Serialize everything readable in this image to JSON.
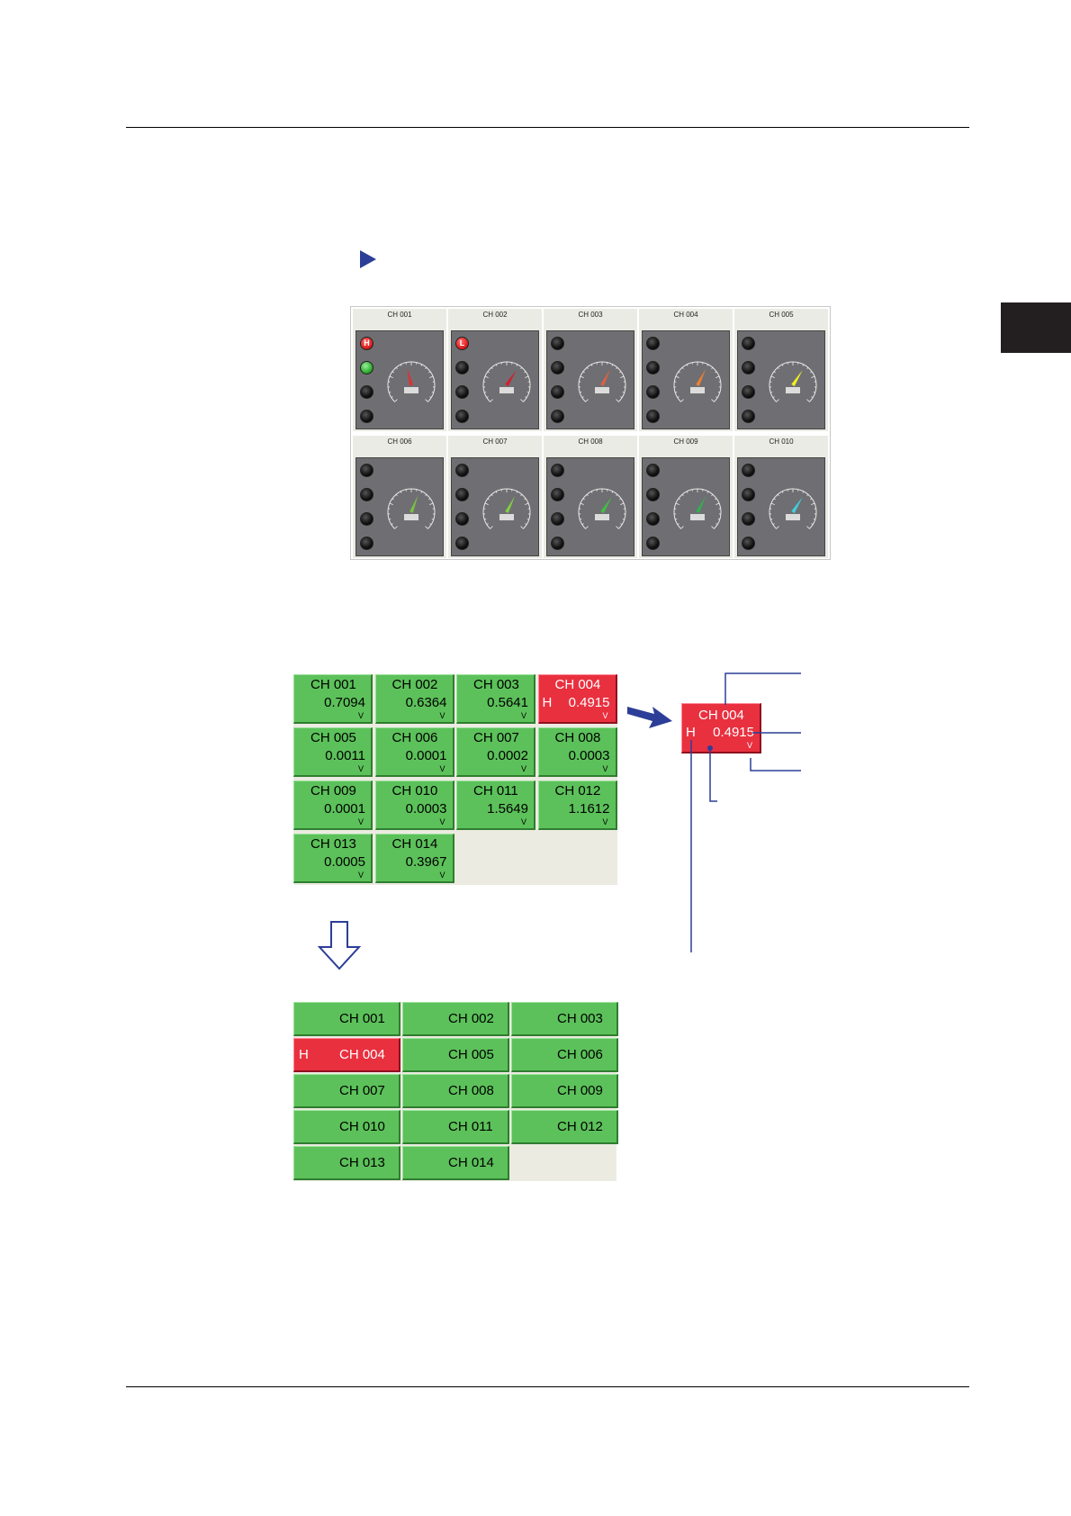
{
  "colors": {
    "tile_normal": "#5cc15a",
    "tile_alarm": "#e9303f",
    "accent": "#2c3e97",
    "side_tab": "#231f20"
  },
  "meter_panels": [
    {
      "channel": "CH 001",
      "bar_color": "#c0392b",
      "needle_color": "#e03030",
      "lamps": [
        {
          "label": "H",
          "state": "red"
        },
        {
          "label": "",
          "state": "green"
        },
        {
          "label": "",
          "state": "off"
        },
        {
          "label": "",
          "state": "off"
        }
      ]
    },
    {
      "channel": "CH 002",
      "bar_color": "#c0392b",
      "needle_color": "#d02030",
      "lamps": [
        {
          "label": "L",
          "state": "red"
        },
        {
          "label": "",
          "state": "off"
        },
        {
          "label": "",
          "state": "off"
        },
        {
          "label": "",
          "state": "off"
        }
      ]
    },
    {
      "channel": "CH 003",
      "bar_color": "#c0392b",
      "needle_color": "#e06040",
      "lamps": [
        {
          "label": "",
          "state": "off"
        },
        {
          "label": "",
          "state": "off"
        },
        {
          "label": "",
          "state": "off"
        },
        {
          "label": "",
          "state": "off"
        }
      ]
    },
    {
      "channel": "CH 004",
      "bar_color": "#e07820",
      "needle_color": "#f08030",
      "lamps": [
        {
          "label": "",
          "state": "off"
        },
        {
          "label": "",
          "state": "off"
        },
        {
          "label": "",
          "state": "off"
        },
        {
          "label": "",
          "state": "off"
        }
      ]
    },
    {
      "channel": "CH 005",
      "bar_color": "#c8c820",
      "needle_color": "#f0f020",
      "lamps": [
        {
          "label": "",
          "state": "off"
        },
        {
          "label": "",
          "state": "off"
        },
        {
          "label": "",
          "state": "off"
        },
        {
          "label": "",
          "state": "off"
        }
      ]
    },
    {
      "channel": "CH 006",
      "bar_color": "#2e7d2e",
      "needle_color": "#7ac040",
      "lamps": [
        {
          "label": "",
          "state": "off"
        },
        {
          "label": "",
          "state": "off"
        },
        {
          "label": "",
          "state": "off"
        },
        {
          "label": "",
          "state": "off"
        }
      ]
    },
    {
      "channel": "CH 007",
      "bar_color": "#2e7d2e",
      "needle_color": "#80d040",
      "lamps": [
        {
          "label": "",
          "state": "off"
        },
        {
          "label": "",
          "state": "off"
        },
        {
          "label": "",
          "state": "off"
        },
        {
          "label": "",
          "state": "off"
        }
      ]
    },
    {
      "channel": "CH 008",
      "bar_color": "#2e7d2e",
      "needle_color": "#40c040",
      "lamps": [
        {
          "label": "",
          "state": "off"
        },
        {
          "label": "",
          "state": "off"
        },
        {
          "label": "",
          "state": "off"
        },
        {
          "label": "",
          "state": "off"
        }
      ]
    },
    {
      "channel": "CH 009",
      "bar_color": "#2e7d2e",
      "needle_color": "#30b050",
      "lamps": [
        {
          "label": "",
          "state": "off"
        },
        {
          "label": "",
          "state": "off"
        },
        {
          "label": "",
          "state": "off"
        },
        {
          "label": "",
          "state": "off"
        }
      ]
    },
    {
      "channel": "CH 010",
      "bar_color": "#2060b0",
      "needle_color": "#40d0e0",
      "lamps": [
        {
          "label": "",
          "state": "off"
        },
        {
          "label": "",
          "state": "off"
        },
        {
          "label": "",
          "state": "off"
        },
        {
          "label": "",
          "state": "off"
        }
      ]
    }
  ],
  "tiles": [
    {
      "name": "CH 001",
      "value": "0.7094",
      "unit": "V",
      "alarm": ""
    },
    {
      "name": "CH 002",
      "value": "0.6364",
      "unit": "V",
      "alarm": ""
    },
    {
      "name": "CH 003",
      "value": "0.5641",
      "unit": "V",
      "alarm": ""
    },
    {
      "name": "CH 004",
      "value": "0.4915",
      "unit": "V",
      "alarm": "H"
    },
    {
      "name": "CH 005",
      "value": "0.0011",
      "unit": "V",
      "alarm": ""
    },
    {
      "name": "CH 006",
      "value": "0.0001",
      "unit": "V",
      "alarm": ""
    },
    {
      "name": "CH 007",
      "value": "0.0002",
      "unit": "V",
      "alarm": ""
    },
    {
      "name": "CH 008",
      "value": "0.0003",
      "unit": "V",
      "alarm": ""
    },
    {
      "name": "CH 009",
      "value": "0.0001",
      "unit": "V",
      "alarm": ""
    },
    {
      "name": "CH 010",
      "value": "0.0003",
      "unit": "V",
      "alarm": ""
    },
    {
      "name": "CH 011",
      "value": "1.5649",
      "unit": "V",
      "alarm": ""
    },
    {
      "name": "CH 012",
      "value": "1.1612",
      "unit": "V",
      "alarm": ""
    },
    {
      "name": "CH 013",
      "value": "0.0005",
      "unit": "V",
      "alarm": ""
    },
    {
      "name": "CH 014",
      "value": "0.3967",
      "unit": "V",
      "alarm": ""
    }
  ],
  "zoom_tile": {
    "name": "CH 004",
    "value": "0.4915",
    "unit": "V",
    "alarm": "H"
  },
  "name_tiles": [
    {
      "name": "CH 001",
      "alarm": ""
    },
    {
      "name": "CH 002",
      "alarm": ""
    },
    {
      "name": "CH 003",
      "alarm": ""
    },
    {
      "name": "CH 004",
      "alarm": "H"
    },
    {
      "name": "CH 005",
      "alarm": ""
    },
    {
      "name": "CH 006",
      "alarm": ""
    },
    {
      "name": "CH 007",
      "alarm": ""
    },
    {
      "name": "CH 008",
      "alarm": ""
    },
    {
      "name": "CH 009",
      "alarm": ""
    },
    {
      "name": "CH 010",
      "alarm": ""
    },
    {
      "name": "CH 011",
      "alarm": ""
    },
    {
      "name": "CH 012",
      "alarm": ""
    },
    {
      "name": "CH 013",
      "alarm": ""
    },
    {
      "name": "CH 014",
      "alarm": ""
    }
  ]
}
